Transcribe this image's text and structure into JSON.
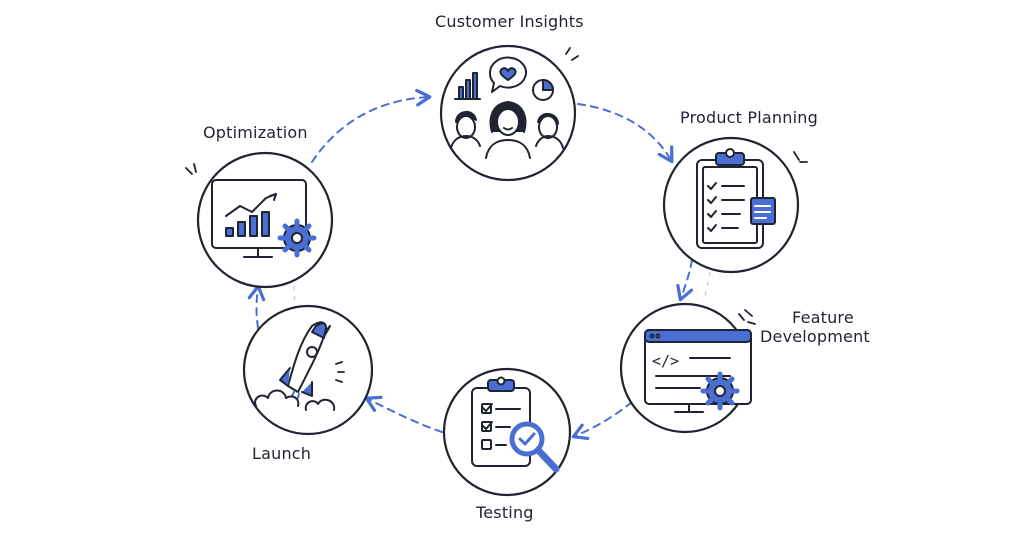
{
  "diagram": {
    "type": "cycle",
    "accent_color": "#4a6fd4",
    "line_color": "#1f2430",
    "fill_light": "#c9d6f5",
    "stages": [
      {
        "id": "customer-insights",
        "label": "Customer Insights",
        "icon": "people-with-charts-and-heart-icon"
      },
      {
        "id": "product-planning",
        "label": "Product Planning",
        "icon": "clipboard-checklist-icon"
      },
      {
        "id": "feature-development",
        "label_line1": "Feature",
        "label_line2": "Development",
        "icon": "code-monitor-gear-icon"
      },
      {
        "id": "testing",
        "label": "Testing",
        "icon": "checklist-magnifier-icon"
      },
      {
        "id": "launch",
        "label": "Launch",
        "icon": "rocket-icon"
      },
      {
        "id": "optimization",
        "label": "Optimization",
        "icon": "monitor-chart-gear-icon"
      }
    ],
    "connectors": [
      {
        "from": "optimization",
        "to": "customer-insights",
        "style": "dashed-arrow"
      },
      {
        "from": "customer-insights",
        "to": "product-planning",
        "style": "dashed-arrow"
      },
      {
        "from": "product-planning",
        "to": "feature-development",
        "style": "dashed-arrow"
      },
      {
        "from": "feature-development",
        "to": "testing",
        "style": "dashed-arrow"
      },
      {
        "from": "testing",
        "to": "launch",
        "style": "dashed-arrow"
      },
      {
        "from": "launch",
        "to": "optimization",
        "style": "dashed-arrow"
      }
    ]
  }
}
